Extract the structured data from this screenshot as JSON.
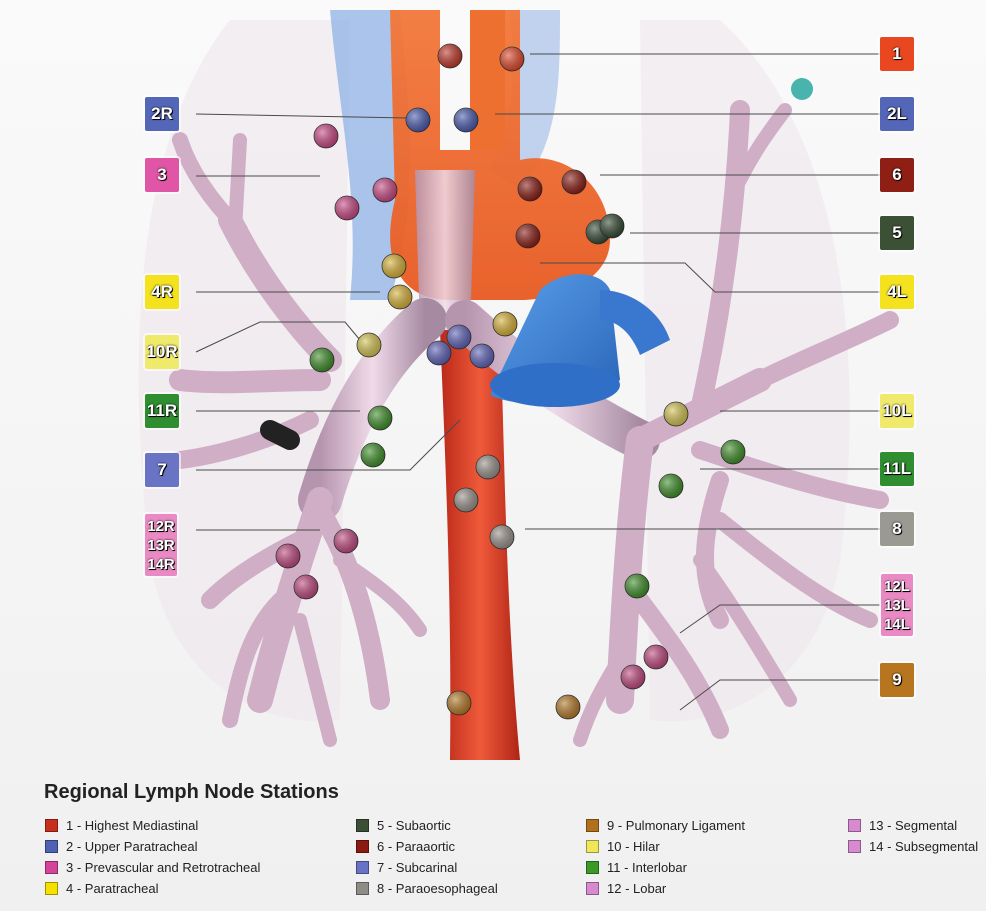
{
  "badges": [
    {
      "id": "1",
      "lines": [
        "1"
      ],
      "color": "#e8471f"
    },
    {
      "id": "2R",
      "lines": [
        "2R"
      ],
      "color": "#5466b8"
    },
    {
      "id": "2L",
      "lines": [
        "2L"
      ],
      "color": "#5466b8"
    },
    {
      "id": "3",
      "lines": [
        "3"
      ],
      "color": "#e055a5"
    },
    {
      "id": "6",
      "lines": [
        "6"
      ],
      "color": "#8f1e14"
    },
    {
      "id": "5",
      "lines": [
        "5"
      ],
      "color": "#3c5036"
    },
    {
      "id": "4R",
      "lines": [
        "4R"
      ],
      "color": "#f4e21f"
    },
    {
      "id": "4L",
      "lines": [
        "4L"
      ],
      "color": "#f4e21f"
    },
    {
      "id": "10R",
      "lines": [
        "10R"
      ],
      "color": "#f0ea6c"
    },
    {
      "id": "10L",
      "lines": [
        "10L"
      ],
      "color": "#f0ea6c"
    },
    {
      "id": "11R",
      "lines": [
        "11R"
      ],
      "color": "#2f8e2f"
    },
    {
      "id": "11L",
      "lines": [
        "11L"
      ],
      "color": "#2f8e2f"
    },
    {
      "id": "7",
      "lines": [
        "7"
      ],
      "color": "#6a74c4"
    },
    {
      "id": "8",
      "lines": [
        "8"
      ],
      "color": "#9a9a92"
    },
    {
      "id": "12R13R14R",
      "lines": [
        "12R",
        "13R",
        "14R"
      ],
      "color": "#ea8ac4"
    },
    {
      "id": "12L13L14L",
      "lines": [
        "12L",
        "13L",
        "14L"
      ],
      "color": "#ea8ac4"
    },
    {
      "id": "9",
      "lines": [
        "9"
      ],
      "color": "#b7751f"
    }
  ],
  "legend": {
    "title": "Regional Lymph Node Stations",
    "items": [
      {
        "label": "1 - Highest Mediastinal",
        "color": "#c62f1e"
      },
      {
        "label": "2 - Upper Paratracheal",
        "color": "#4f61b4"
      },
      {
        "label": "3 - Prevascular and Retrotracheal",
        "color": "#d5439a"
      },
      {
        "label": "4 - Paratracheal",
        "color": "#f5e000"
      },
      {
        "label": "5 - Subaortic",
        "color": "#3a4f35"
      },
      {
        "label": "6 - Paraaortic",
        "color": "#8b1a12"
      },
      {
        "label": "7 - Subcarinal",
        "color": "#6a72c6"
      },
      {
        "label": "8 - Paraoesophageal",
        "color": "#8d8d86"
      },
      {
        "label": "9 - Pulmonary Ligament",
        "color": "#b0701c"
      },
      {
        "label": "10 - Hilar",
        "color": "#eee75a"
      },
      {
        "label": "11 - Interlobar",
        "color": "#3a9a25"
      },
      {
        "label": "12 - Lobar",
        "color": "#d88ad0"
      },
      {
        "label": "13 - Segmental",
        "color": "#d88ad0"
      },
      {
        "label": "14 - Subsegmental",
        "color": "#d88ad0"
      }
    ]
  },
  "nodes": [
    {
      "s": "1",
      "color": "#c0392b"
    },
    {
      "s": "1",
      "color": "#e04a2c"
    },
    {
      "s": "2",
      "color": "#4a5cae"
    },
    {
      "s": "2",
      "color": "#4a5cae"
    },
    {
      "s": "3",
      "color": "#c94a85"
    },
    {
      "s": "3",
      "color": "#c94a85"
    },
    {
      "s": "3",
      "color": "#c94a85"
    },
    {
      "s": "6",
      "color": "#8b1e16"
    },
    {
      "s": "6",
      "color": "#8b1e16"
    },
    {
      "s": "6",
      "color": "#8b1e16"
    },
    {
      "s": "5",
      "color": "#344a34"
    },
    {
      "s": "5",
      "color": "#344a34"
    },
    {
      "s": "4",
      "color": "#d8b23a"
    },
    {
      "s": "4",
      "color": "#d8b23a"
    },
    {
      "s": "4",
      "color": "#d8b23a"
    },
    {
      "s": "10",
      "color": "#d4c454"
    },
    {
      "s": "10",
      "color": "#d4c454"
    },
    {
      "s": "11",
      "color": "#3f8f2a"
    },
    {
      "s": "11",
      "color": "#3f8f2a"
    },
    {
      "s": "11",
      "color": "#3f8f2a"
    },
    {
      "s": "11",
      "color": "#3f8f2a"
    },
    {
      "s": "11",
      "color": "#3f8f2a"
    },
    {
      "s": "11",
      "color": "#3f8f2a"
    },
    {
      "s": "7",
      "color": "#5f63b8"
    },
    {
      "s": "7",
      "color": "#5f63b8"
    },
    {
      "s": "7",
      "color": "#5f63b8"
    },
    {
      "s": "8",
      "color": "#9a928c"
    },
    {
      "s": "8",
      "color": "#9a928c"
    },
    {
      "s": "8",
      "color": "#9a928c"
    },
    {
      "s": "12-14",
      "color": "#c04a80"
    },
    {
      "s": "12-14",
      "color": "#c04a80"
    },
    {
      "s": "12-14",
      "color": "#c04a80"
    },
    {
      "s": "12-14",
      "color": "#c04a80"
    },
    {
      "s": "12-14",
      "color": "#c04a80"
    },
    {
      "s": "9",
      "color": "#b57a2a"
    },
    {
      "s": "9",
      "color": "#b57a2a"
    }
  ],
  "colors": {
    "airway": "#d6b4cc",
    "aorta": "#ec6a2c",
    "esophagus": "#e0432a",
    "pulmonary_artery": "#3c7fd6",
    "svc": "#7fa6de"
  }
}
